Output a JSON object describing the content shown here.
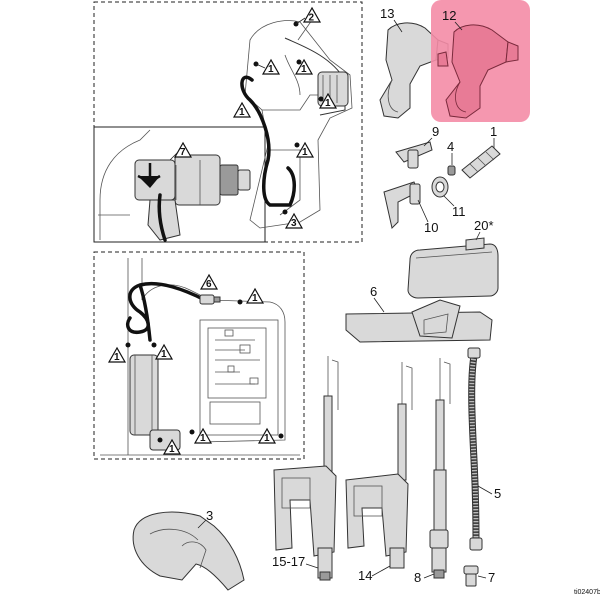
{
  "labels": {
    "p12": "12",
    "p13": "13",
    "p9": "9",
    "p4": "4",
    "p1": "1",
    "p11": "11",
    "p10": "10",
    "p20": "20*",
    "p6": "6",
    "p5": "5",
    "p3": "3",
    "p1517": "15-17",
    "p14": "14",
    "p8": "8",
    "p7": "7"
  },
  "callouts": {
    "one": "1",
    "two": "2",
    "three": "3",
    "six": "6",
    "seven": "7"
  },
  "reference_id": "ti02407b",
  "colors": {
    "highlight": "#f48ca6",
    "part_fill": "#d9d9d9",
    "line": "#333333"
  }
}
